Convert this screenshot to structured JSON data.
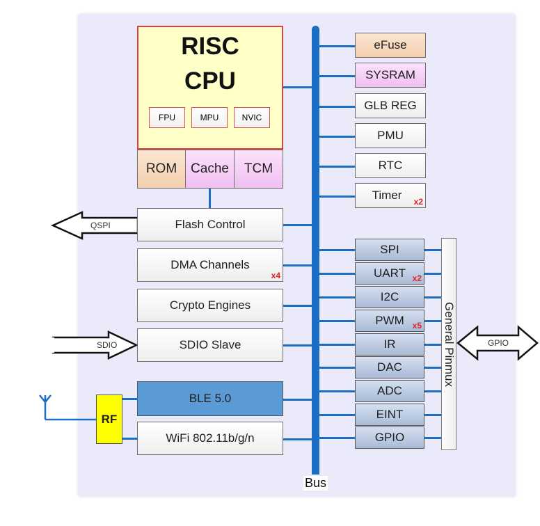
{
  "cpu": {
    "title_line1": "RISC",
    "title_line2": "CPU",
    "subunits": [
      "FPU",
      "MPU",
      "NVIC"
    ],
    "memories": [
      {
        "label": "ROM",
        "color": "#f8dcc0"
      },
      {
        "label": "Cache",
        "color": "#f6cdf6"
      },
      {
        "label": "TCM",
        "color": "#f6cdf6"
      }
    ]
  },
  "system_blocks": [
    {
      "label": "eFuse",
      "mult": "",
      "color": "#f8dcc0"
    },
    {
      "label": "SYSRAM",
      "mult": "",
      "color": "#f6cdf6"
    },
    {
      "label": "GLB REG",
      "mult": "",
      "color": ""
    },
    {
      "label": "PMU",
      "mult": "",
      "color": ""
    },
    {
      "label": "RTC",
      "mult": "",
      "color": ""
    },
    {
      "label": "Timer",
      "mult": "x2",
      "color": ""
    }
  ],
  "peripherals": [
    {
      "label": "SPI",
      "mult": ""
    },
    {
      "label": "UART",
      "mult": "x2"
    },
    {
      "label": "I2C",
      "mult": ""
    },
    {
      "label": "PWM",
      "mult": "x5"
    },
    {
      "label": "IR",
      "mult": ""
    },
    {
      "label": "DAC",
      "mult": ""
    },
    {
      "label": "ADC",
      "mult": ""
    },
    {
      "label": "EINT",
      "mult": ""
    },
    {
      "label": "GPIO",
      "mult": ""
    }
  ],
  "left_blocks": [
    {
      "label": "Flash Control",
      "mult": ""
    },
    {
      "label": "DMA Channels",
      "mult": "x4"
    },
    {
      "label": "Crypto Engines",
      "mult": ""
    },
    {
      "label": "SDIO Slave",
      "mult": ""
    }
  ],
  "wireless": {
    "ble": "BLE 5.0",
    "wifi": "WiFi 802.11b/g/n",
    "rf": "RF"
  },
  "pinmux_label": "General Pinmux",
  "arrows": {
    "qspi": "QSPI",
    "sdio": "SDIO",
    "gpio": "GPIO"
  },
  "bus_label": "Bus",
  "colors": {
    "bus": "#1a6fc4",
    "ble": "#5b9bd5",
    "rf": "#ffff00",
    "cpu_fill": "#ffffc8",
    "cpu_border": "#e04040",
    "multiplier": "#e0202a"
  }
}
